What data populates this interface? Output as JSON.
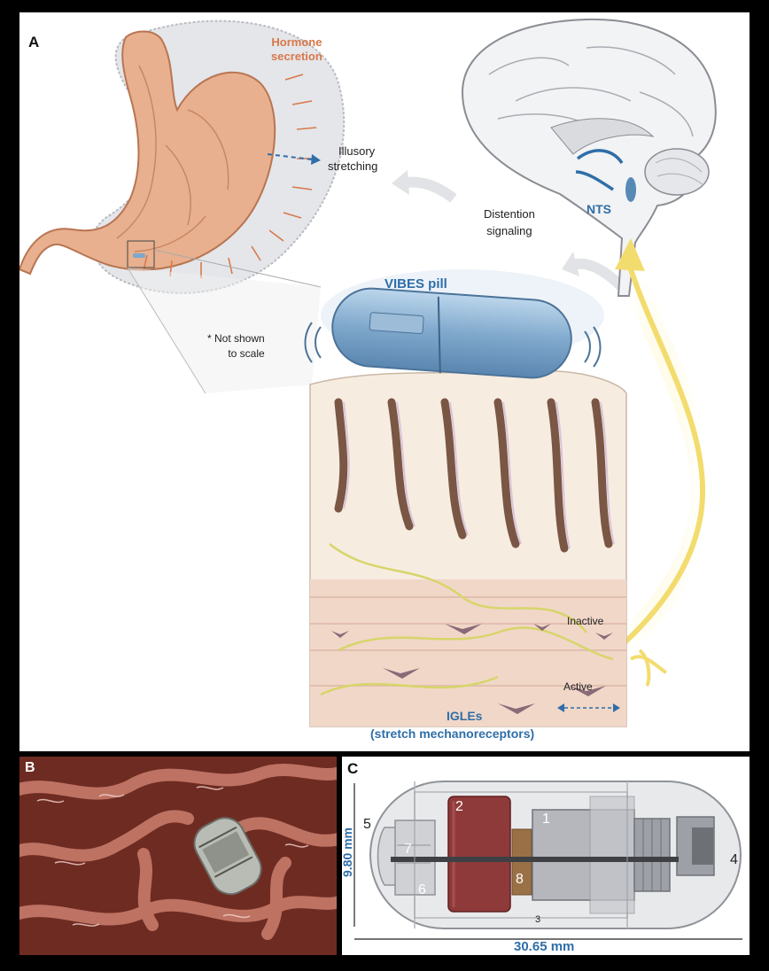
{
  "panels": {
    "a": {
      "letter": "A"
    },
    "b": {
      "letter": "B"
    },
    "c": {
      "letter": "C"
    }
  },
  "labels": {
    "hormone_line1": "Hormone",
    "hormone_line2": "secretion",
    "illusory_line1": "Illusory",
    "illusory_line2": "stretching",
    "distention_line1": "Distention",
    "distention_line2": "signaling",
    "nts": "NTS",
    "vibes_pill": "VIBES pill",
    "scale_note_line1": "* Not shown",
    "scale_note_line2": "to scale",
    "inactive": "Inactive",
    "active": "Active",
    "igles": "IGLEs",
    "igles_sub": "(stretch mechanoreceptors)"
  },
  "device": {
    "parts": [
      "1",
      "2",
      "3",
      "4",
      "5",
      "6",
      "7",
      "8"
    ],
    "height_dim": "9.80 mm",
    "length_dim": "30.65 mm"
  },
  "colors": {
    "label_blue": "#2f6ea8",
    "hormone_orange": "#d9784a",
    "nerve_yellow": "#f3dc6e"
  }
}
